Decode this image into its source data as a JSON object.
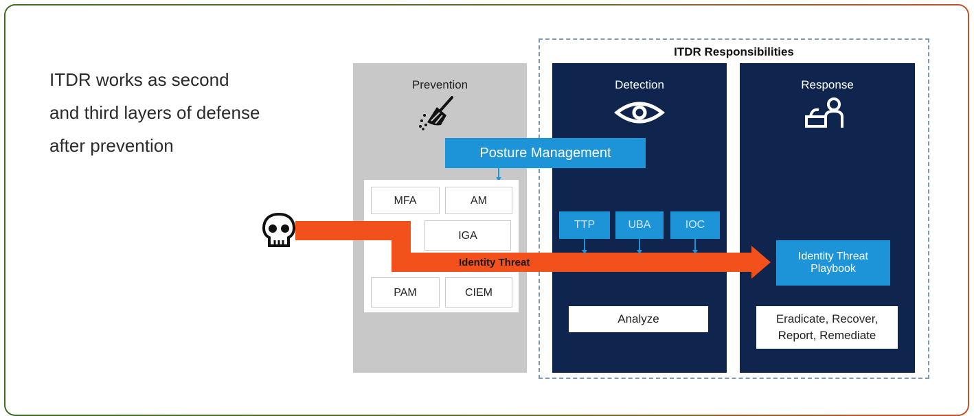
{
  "intro": {
    "line1": "ITDR works as second",
    "line2": "and third layers of defense",
    "line3": "after prevention"
  },
  "responsibilities_title": "ITDR Responsibilities",
  "columns": {
    "prevention": {
      "title": "Prevention",
      "icon": "broom-icon"
    },
    "detection": {
      "title": "Detection",
      "icon": "eye-icon"
    },
    "response": {
      "title": "Response",
      "icon": "responder-icon"
    }
  },
  "posture_management": "Posture Management",
  "prevention_controls": [
    "MFA",
    "AM",
    "IGA",
    "PAM",
    "CIEM"
  ],
  "detection_chips": [
    "TTP",
    "UBA",
    "IOC"
  ],
  "threat": {
    "label": "Identity Threat",
    "icon": "skull-icon"
  },
  "analyze": "Analyze",
  "playbook": {
    "line1": "Identity Threat",
    "line2": "Playbook"
  },
  "response_actions": {
    "line1": "Eradicate, Recover,",
    "line2": "Report, Remediate"
  },
  "colors": {
    "navy": "#10254e",
    "accent_blue": "#1d94d7",
    "threat_orange": "#f2511b",
    "prevention_gray": "#c8c8c8"
  }
}
